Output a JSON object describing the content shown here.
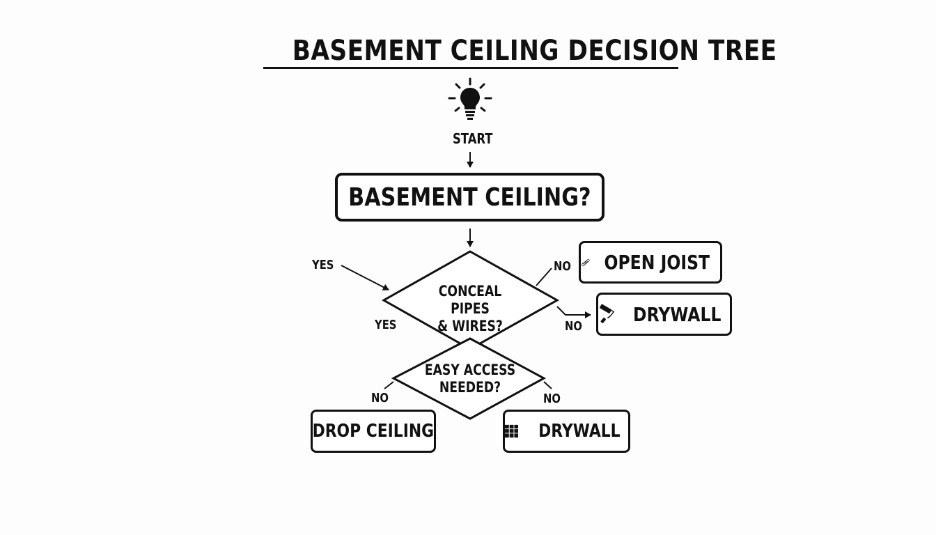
{
  "title": "BASEMENT CEILING DECISION TREE",
  "start": {
    "label": "START",
    "icon": "lightbulb-icon"
  },
  "root": {
    "label": "BASEMENT CEILING?"
  },
  "q1": {
    "line1": "CONCEAL PIPES",
    "line2": "& WIRES?"
  },
  "q2": {
    "line1": "EASY ACCESS",
    "line2": "NEEDED?"
  },
  "edge_labels": {
    "yes_in": "YES",
    "no_top": "NO",
    "no_right": "NO",
    "yes_down": "YES",
    "no_left": "NO",
    "no_bottom_right": "NO"
  },
  "outcomes": {
    "open_joist": {
      "label": "OPEN JOIST",
      "icon": "wood-log-icon"
    },
    "drywall_right": {
      "label": "DRYWALL",
      "icon": "paint-roller-icon"
    },
    "drop_ceiling": {
      "label": "DROP CEILING"
    },
    "drywall_bottom": {
      "label": "DRYWALL",
      "icon": "grid-tiles-icon"
    }
  }
}
